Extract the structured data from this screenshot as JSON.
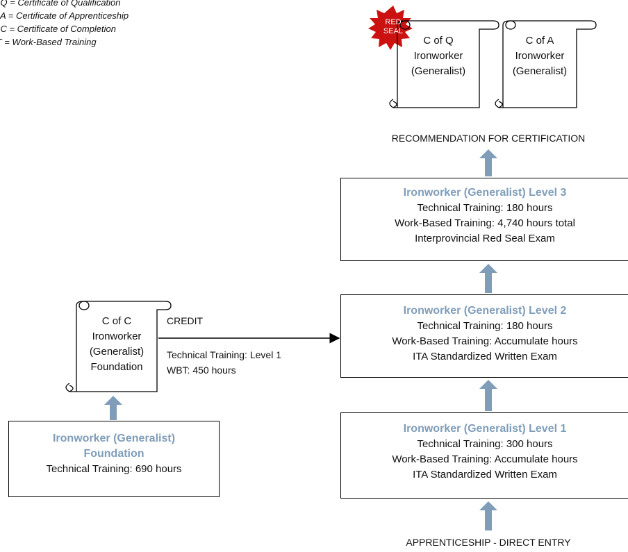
{
  "legend": {
    "items": [
      "of Q = Certificate of Qualification",
      "of A = Certificate of Apprenticeship",
      "of C = Certificate of Completion",
      "BT = Work-Based Training"
    ]
  },
  "certificates": {
    "red_seal": {
      "line1": "RED",
      "line2": "SEAL"
    },
    "cofq": {
      "line1": "C of Q",
      "line2": "Ironworker",
      "line3": "(Generalist)"
    },
    "cofa": {
      "line1": "C of A",
      "line2": "Ironworker",
      "line3": "(Generalist)"
    },
    "cofc": {
      "line1": "C of C",
      "line2": "Ironworker",
      "line3": "(Generalist)",
      "line4": "Foundation"
    }
  },
  "recommendation": "RECOMMENDATION FOR CERTIFICATION",
  "levels": {
    "level3": {
      "title": "Ironworker (Generalist) Level 3",
      "line1": "Technical Training: 180 hours",
      "line2": "Work-Based Training:  4,740 hours total",
      "line3": "Interprovincial Red Seal Exam"
    },
    "level2": {
      "title": "Ironworker (Generalist) Level 2",
      "line1": "Technical Training: 180 hours",
      "line2": "Work-Based Training: Accumulate hours",
      "line3": "ITA Standardized Written Exam"
    },
    "level1": {
      "title": "Ironworker (Generalist) Level 1",
      "line1": "Technical Training: 300 hours",
      "line2": "Work-Based Training: Accumulate hours",
      "line3": "ITA Standardized Written Exam"
    }
  },
  "foundation": {
    "title_line1": "Ironworker (Generalist)",
    "title_line2": "Foundation",
    "line1": "Technical Training:  690 hours"
  },
  "credit": {
    "label": "CREDIT",
    "line1": "Technical Training:  Level 1",
    "line2": "WBT:  450 hours"
  },
  "entry": "APPRENTICESHIP - DIRECT ENTRY",
  "colors": {
    "arrow": "#7f9db9",
    "title": "#7f9db9",
    "seal": "#cc1111"
  }
}
